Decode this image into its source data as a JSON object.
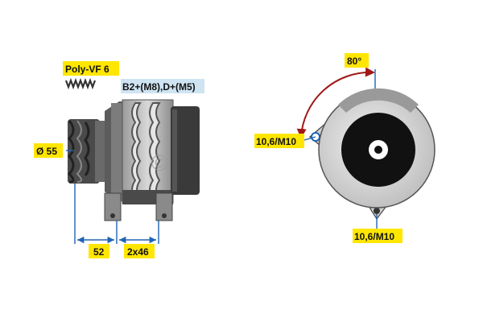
{
  "colors": {
    "label_yellow": "#ffe600",
    "label_blue": "#cfe4f3",
    "dimension_blue": "#1f64b5",
    "angle_arrow_red": "#a01818",
    "body_dark": "#3a3a3a",
    "body_mid": "#7a7a7a",
    "body_light": "#c9c9c9",
    "hub_black": "#111111"
  },
  "side_view": {
    "belt_label": "Poly-VF 6",
    "terminal_label": "B2+(M8),D+(M5)",
    "pulley_diameter_label": "Ø 55",
    "dim_left_label": "52",
    "dim_right_label": "2x46",
    "watermark": "©"
  },
  "front_view": {
    "angle_label": "80°",
    "mount_left_label": "10,6/M10",
    "mount_bottom_label": "10,6/M10"
  }
}
